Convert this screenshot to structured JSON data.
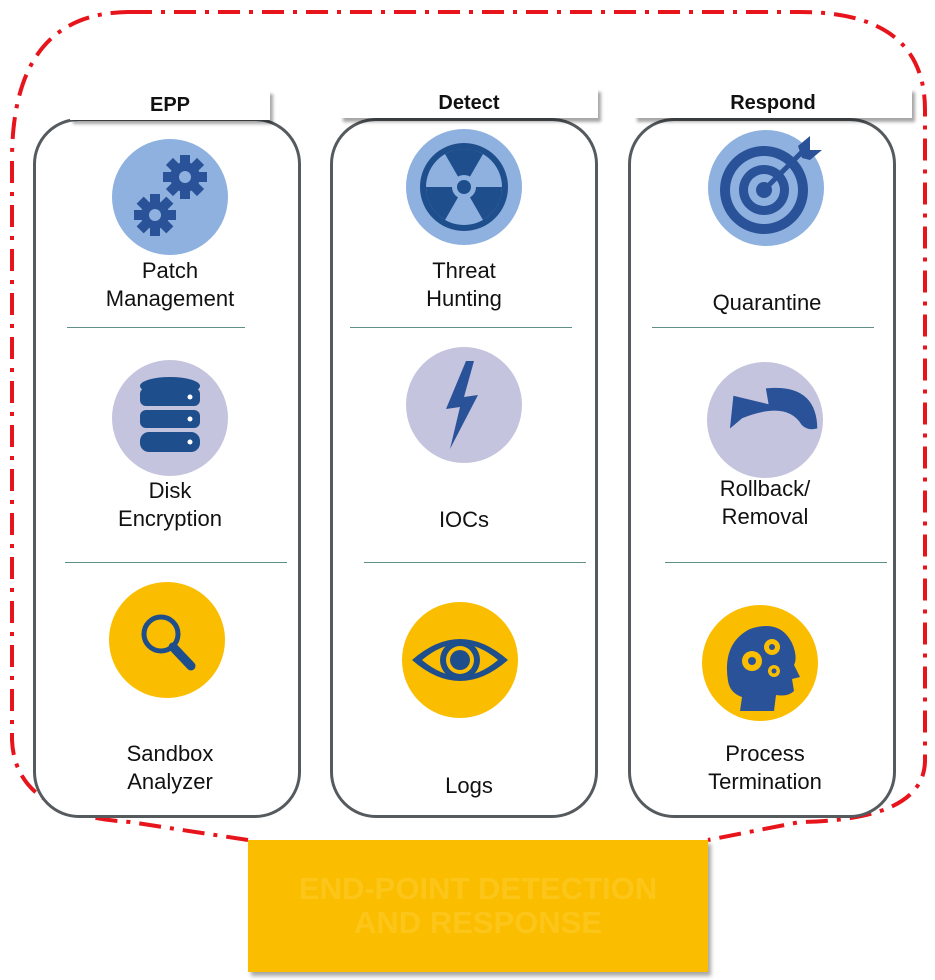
{
  "columns": [
    {
      "header": "EPP",
      "items": [
        {
          "label_lines": [
            "Patch",
            "Management"
          ],
          "icon": "gears-icon"
        },
        {
          "label_lines": [
            "Disk",
            "Encryption"
          ],
          "icon": "database-icon"
        },
        {
          "label_lines": [
            "Sandbox",
            "Analyzer"
          ],
          "icon": "magnifier-icon"
        }
      ]
    },
    {
      "header": "Detect",
      "items": [
        {
          "label_lines": [
            "Threat",
            "Hunting"
          ],
          "icon": "radiation-icon"
        },
        {
          "label_lines": [
            "IOCs"
          ],
          "icon": "lightning-icon"
        },
        {
          "label_lines": [
            "Logs"
          ],
          "icon": "eye-icon"
        }
      ]
    },
    {
      "header": "Respond",
      "items": [
        {
          "label_lines": [
            "Quarantine"
          ],
          "icon": "target-icon"
        },
        {
          "label_lines": [
            "Rollback/",
            "Removal"
          ],
          "icon": "rollback-arrow-icon"
        },
        {
          "label_lines": [
            "Process",
            "Termination"
          ],
          "icon": "brain-gears-icon"
        }
      ]
    }
  ],
  "banner": {
    "line1": "END-POINT DETECTION",
    "line2": "AND RESPONSE"
  },
  "colors": {
    "dashed_border": "#e8141c",
    "column_border": "#555a5e",
    "icon_blue_light": "#8fb1df",
    "icon_blue_dark": "#2a5298",
    "icon_lavender": "#c4c4de",
    "icon_gold": "#fbbd00",
    "separator": "#5f8f86",
    "banner_bg": "#fbbd00",
    "banner_text": "#fcc51a"
  }
}
